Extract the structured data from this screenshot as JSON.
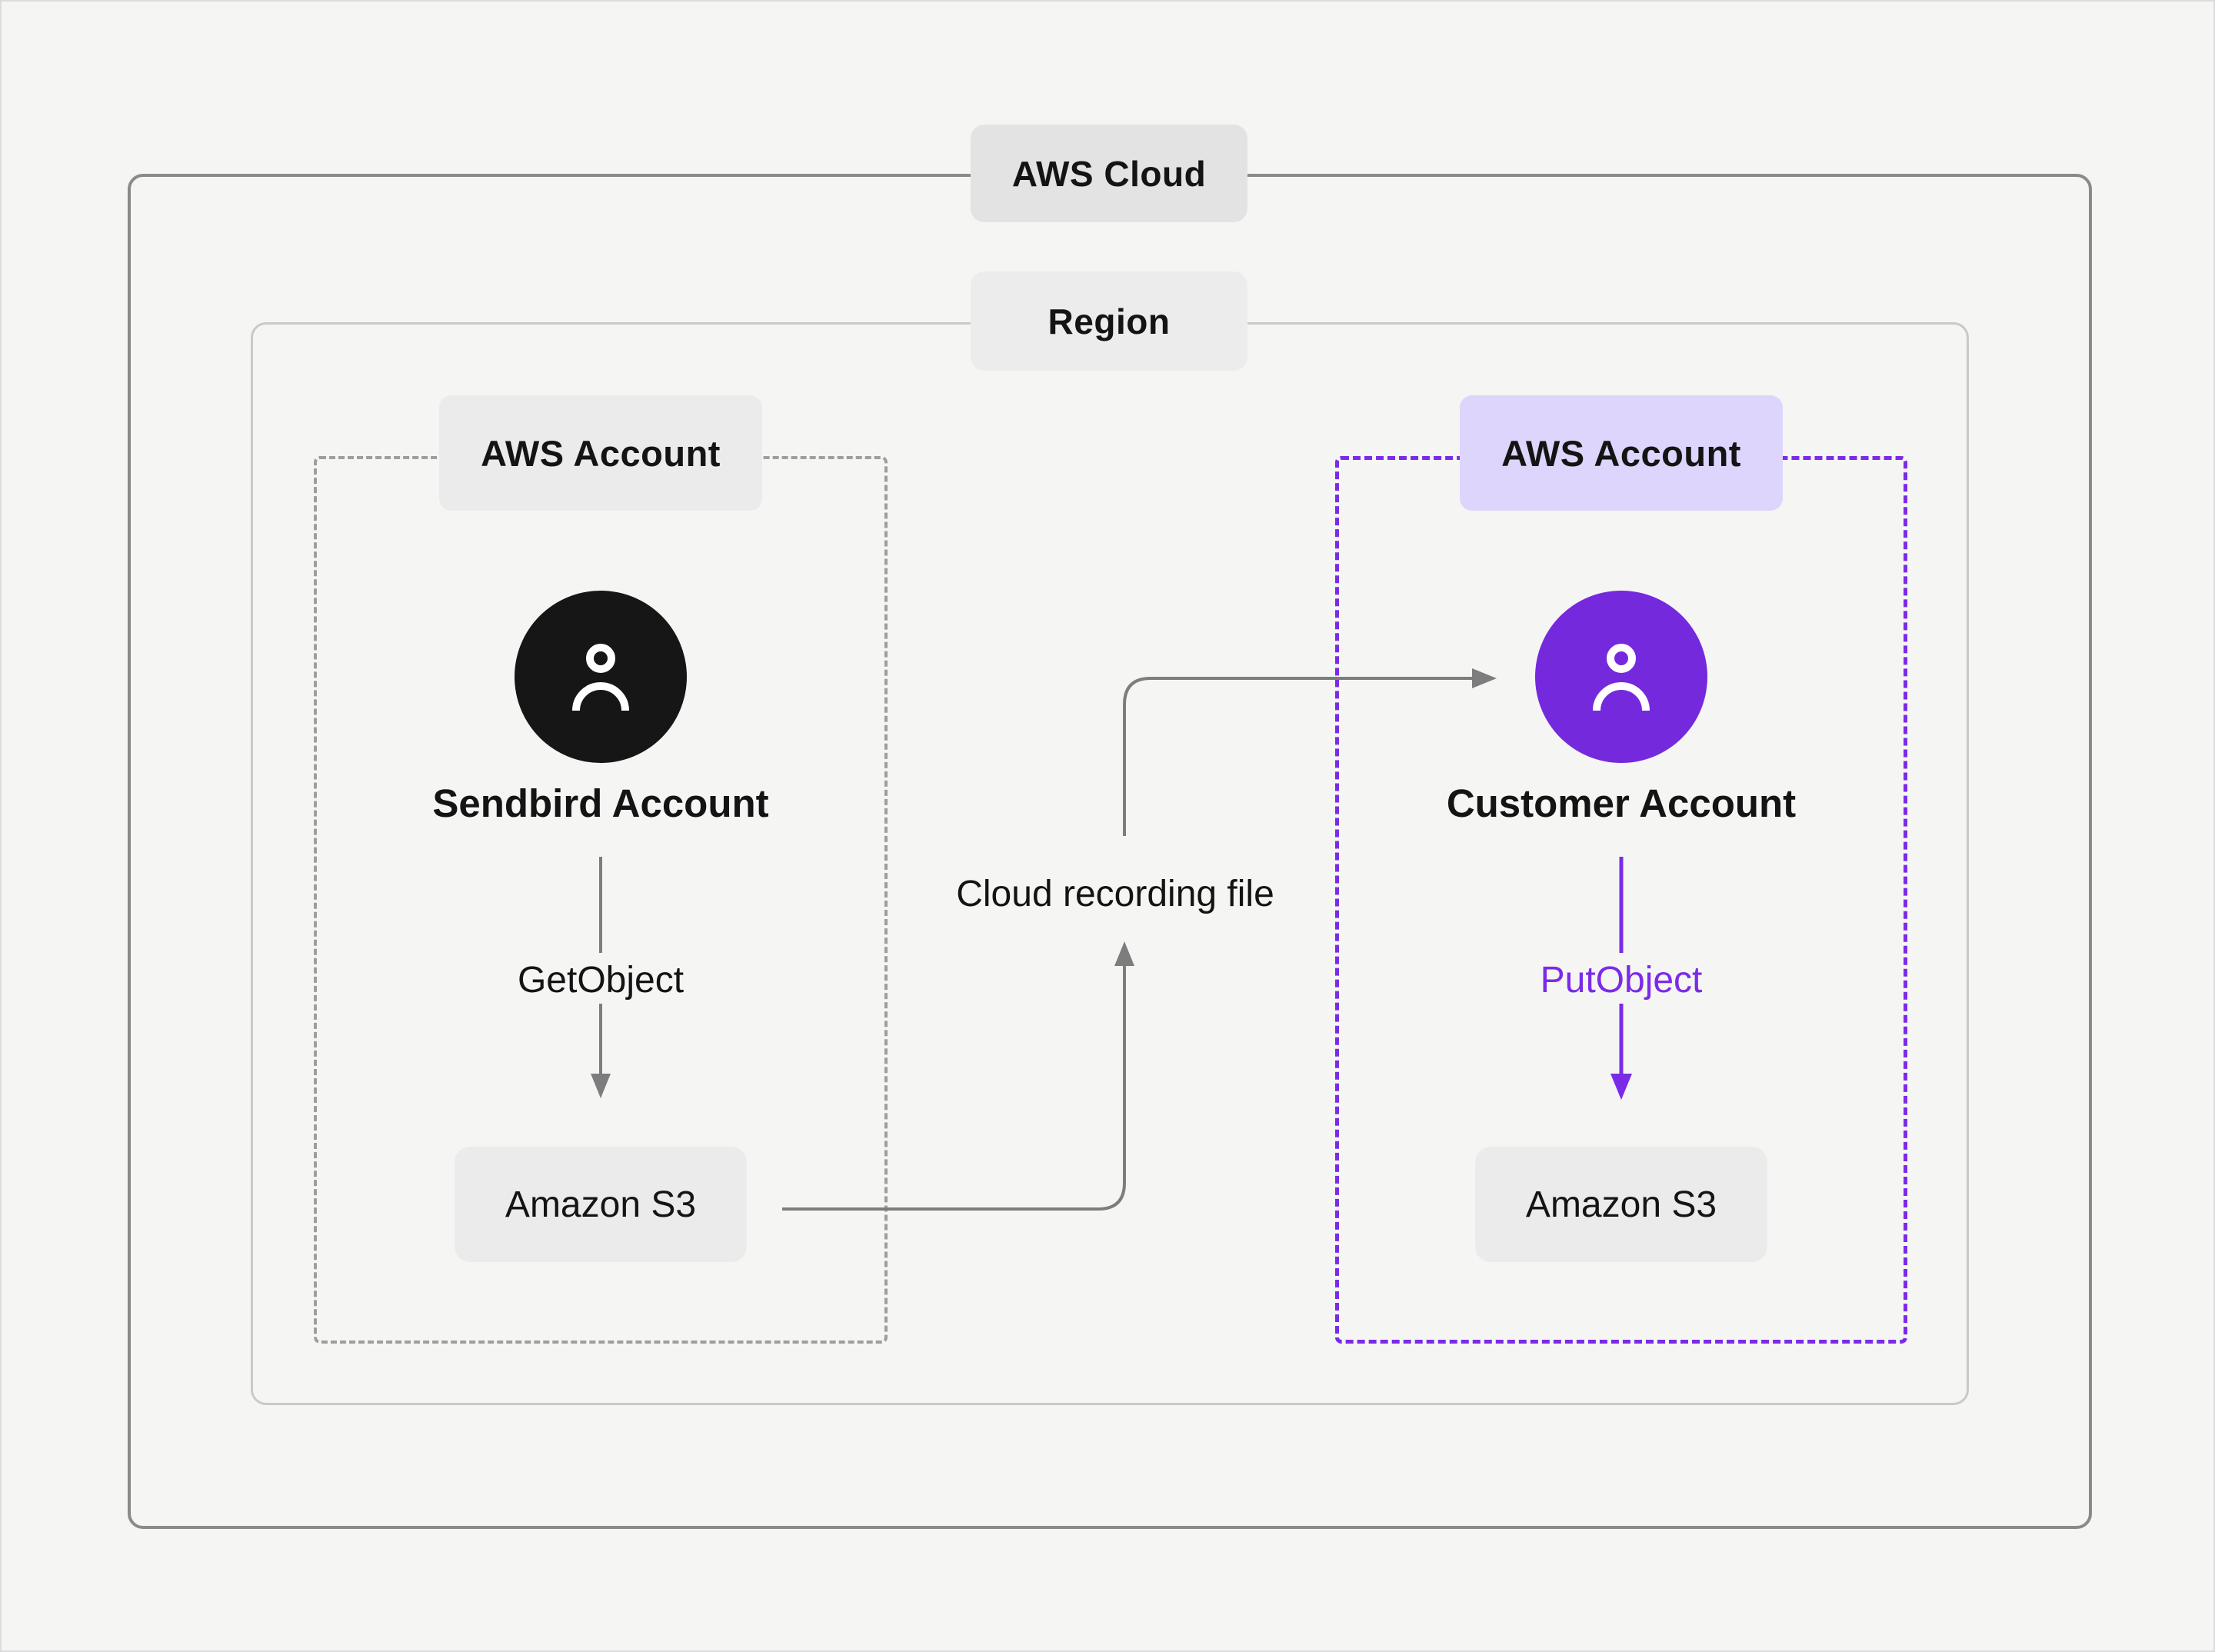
{
  "labels": {
    "aws_cloud": "AWS Cloud",
    "region": "Region"
  },
  "left_group": {
    "label": "AWS Account",
    "account_name": "Sendbird Account",
    "action_label": "GetObject",
    "service_label": "Amazon S3"
  },
  "right_group": {
    "label": "AWS Account",
    "account_name": "Customer Account",
    "action_label": "PutObject",
    "service_label": "Amazon S3"
  },
  "flow": {
    "label": "Cloud recording file"
  },
  "colors": {
    "background": "#f5f5f4",
    "outer_border": "#8a8a8a",
    "region_border": "#c9c9c9",
    "gray_dash": "#9e9e9e",
    "purple": "#7b2be8",
    "purple_circle": "#7529dd",
    "lavender": "#ddd5fb",
    "label_gray": "#e3e3e3",
    "label_light_gray": "#ececec",
    "chip_gray": "#ebebeb",
    "arrow_gray": "#7d7d7d",
    "black_circle": "#161616",
    "text": "#141414"
  }
}
